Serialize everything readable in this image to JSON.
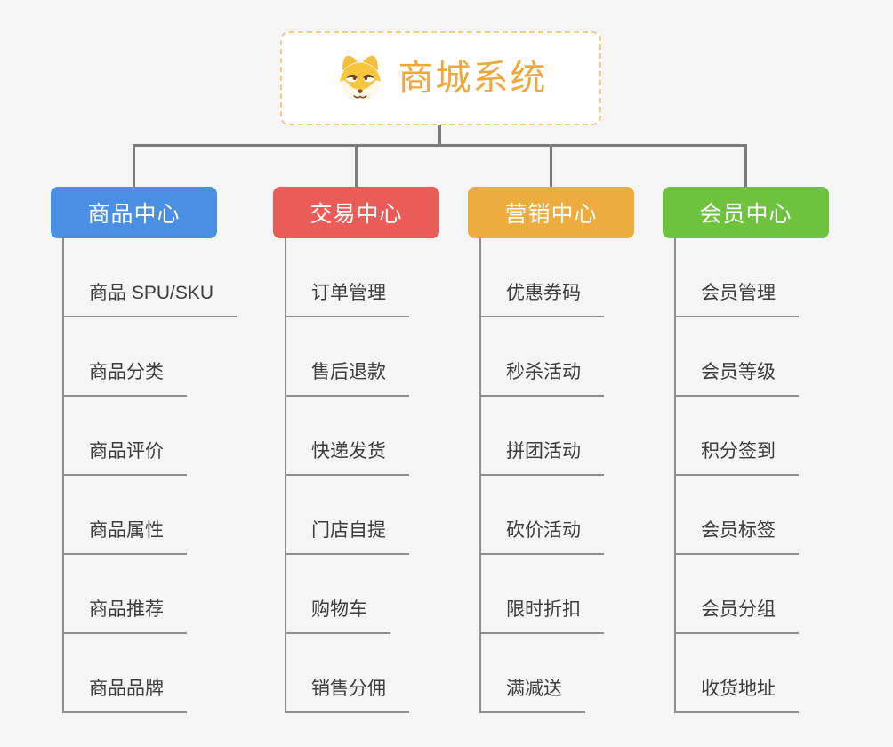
{
  "root": {
    "title": "商城系统",
    "icon": "shiba-dog-icon"
  },
  "colors": {
    "background": "#F5F5F6",
    "root_text": "#EFA73C",
    "root_border": "#F6CC85",
    "connector": "#7C7C7C",
    "leaf_line": "#8E8E8E",
    "leaf_text": "#3C3C3C"
  },
  "branches": [
    {
      "label": "商品中心",
      "color": "#4B8FE2",
      "items": [
        "商品 SPU/SKU",
        "商品分类",
        "商品评价",
        "商品属性",
        "商品推荐",
        "商品品牌"
      ]
    },
    {
      "label": "交易中心",
      "color": "#EA5C58",
      "items": [
        "订单管理",
        "售后退款",
        "快递发货",
        "门店自提",
        "购物车",
        "销售分佣"
      ]
    },
    {
      "label": "营销中心",
      "color": "#ECAC3F",
      "items": [
        "优惠券码",
        "秒杀活动",
        "拼团活动",
        "砍价活动",
        "限时折扣",
        "满减送"
      ]
    },
    {
      "label": "会员中心",
      "color": "#6EC23E",
      "items": [
        "会员管理",
        "会员等级",
        "积分签到",
        "会员标签",
        "会员分组",
        "收货地址"
      ]
    }
  ]
}
